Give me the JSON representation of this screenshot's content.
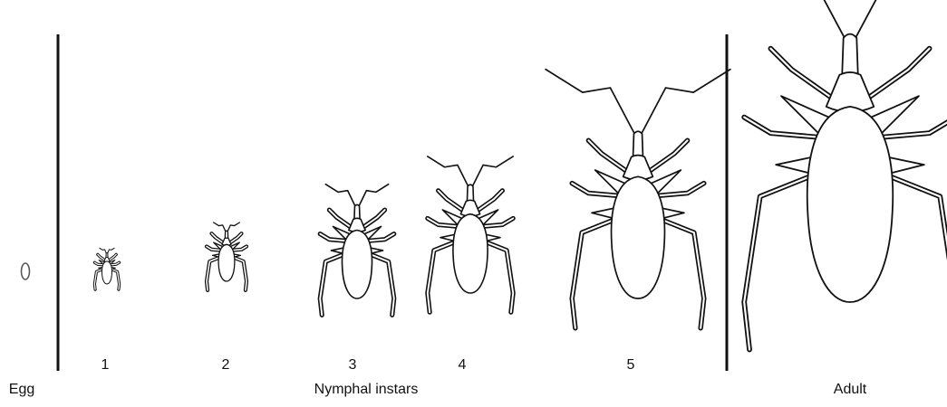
{
  "labels": {
    "egg": "Egg",
    "nymphal": "Nymphal instars",
    "adult": "Adult"
  },
  "instars": [
    "1",
    "2",
    "3",
    "4",
    "5"
  ],
  "colors": {
    "ink": "#111111",
    "background": "#ffffff"
  }
}
